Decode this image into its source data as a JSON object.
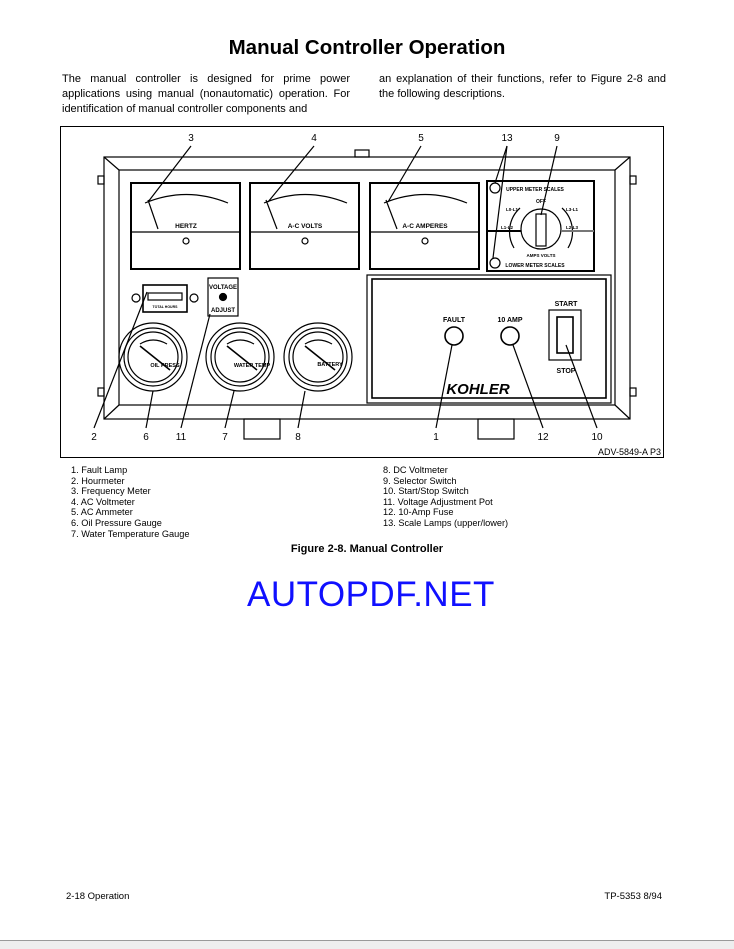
{
  "page": {
    "title": "Manual Controller Operation",
    "intro_left": "The manual controller is designed for prime power applications using manual (nonautomatic) operation. For identification of manual controller components and",
    "intro_right": "an explanation of their functions, refer to Figure 2-8 and the following descriptions."
  },
  "figure": {
    "callouts_top": [
      "3",
      "4",
      "5",
      "13",
      "9"
    ],
    "callouts_bottom": [
      "2",
      "6",
      "11",
      "7",
      "8",
      "1",
      "12",
      "10"
    ],
    "drawing_id": "ADV-5849-A P3",
    "meters": [
      "HERTZ",
      "A-C VOLTS",
      "A-C AMPERES"
    ],
    "selector": {
      "upper": "UPPER METER SCALES",
      "lower": "LOWER METER SCALES",
      "off": "OFF",
      "amps_volts": "AMPS VOLTS",
      "pos_l0_l1": "L0-L1",
      "pos_l1_l2": "L1-L2",
      "pos_l2_l3": "L2-L3",
      "pos_l3_l1": "L3-L1"
    },
    "hourmeter_label": "TOTAL HOURS",
    "voltage_adjust": {
      "top": "VOLTAGE",
      "bottom": "ADJUST"
    },
    "gauges": [
      "OIL PRESS",
      "WATER TEMP",
      "BATTERY"
    ],
    "fault_label": "FAULT",
    "fuse_label": "10 AMP",
    "start_label": "START",
    "stop_label": "STOP",
    "brand": "KOHLER"
  },
  "legend": {
    "left": [
      "1.  Fault Lamp",
      "2.  Hourmeter",
      "3.  Frequency Meter",
      "4.  AC Voltmeter",
      "5.  AC Ammeter",
      "6.  Oil Pressure Gauge",
      "7.  Water Temperature Gauge"
    ],
    "right": [
      "8.  DC Voltmeter",
      "9.  Selector Switch",
      "10.  Start/Stop Switch",
      "11.  Voltage Adjustment Pot",
      "12.  10-Amp Fuse",
      "13.  Scale Lamps (upper/lower)"
    ]
  },
  "caption": "Figure 2-8.  Manual Controller",
  "watermark": "AUTOPDF.NET",
  "footer": {
    "left": "2-18   Operation",
    "right": "TP-5353   8/94"
  }
}
